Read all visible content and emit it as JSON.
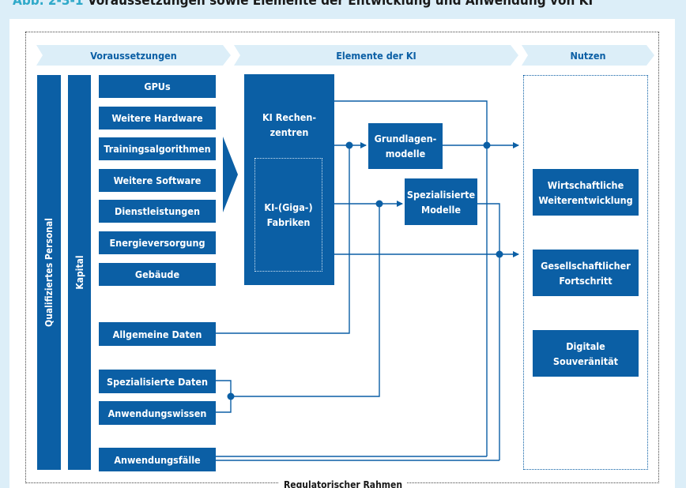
{
  "caption": {
    "label": "Abb. 2-3-1",
    "text": "Voraussetzungen sowie Elemente der Entwicklung und Anwendung von KI"
  },
  "headers": [
    "Voraussetzungen",
    "Elemente der KI",
    "Nutzen"
  ],
  "sidebars": {
    "personal": "Qualifiziertes Personal",
    "kapital": "Kapital"
  },
  "voraussetzungen": [
    "GPUs",
    "Weitere Hardware",
    "Trainingsalgorithmen",
    "Weitere Software",
    "Dienstleistungen",
    "Energieversorgung",
    "Gebäude"
  ],
  "daten": {
    "allgemein": "Allgemeine Daten",
    "spezialisiert": "Spezialisierte Daten",
    "wissen": "Anwendungswissen",
    "faelle": "Anwendungsfälle"
  },
  "ki": {
    "rechenzentren": "KI Rechen-\nzentren",
    "fabriken": "KI-(Giga-)\nFabriken",
    "grundlagen": "Grundlagen-\nmodelle",
    "spezial": "Spezialisierte\nModelle"
  },
  "nutzen": [
    "Wirtschaftliche\nWeiterentwicklung",
    "Gesellschaftlicher\nFortschritt",
    "Digitale\nSouveränität"
  ],
  "footer": "Regulatorischer Rahmen",
  "colors": {
    "primary": "#0b5fa5",
    "header_bg": "#dceef8",
    "caption_accent": "#2fa9c9"
  }
}
